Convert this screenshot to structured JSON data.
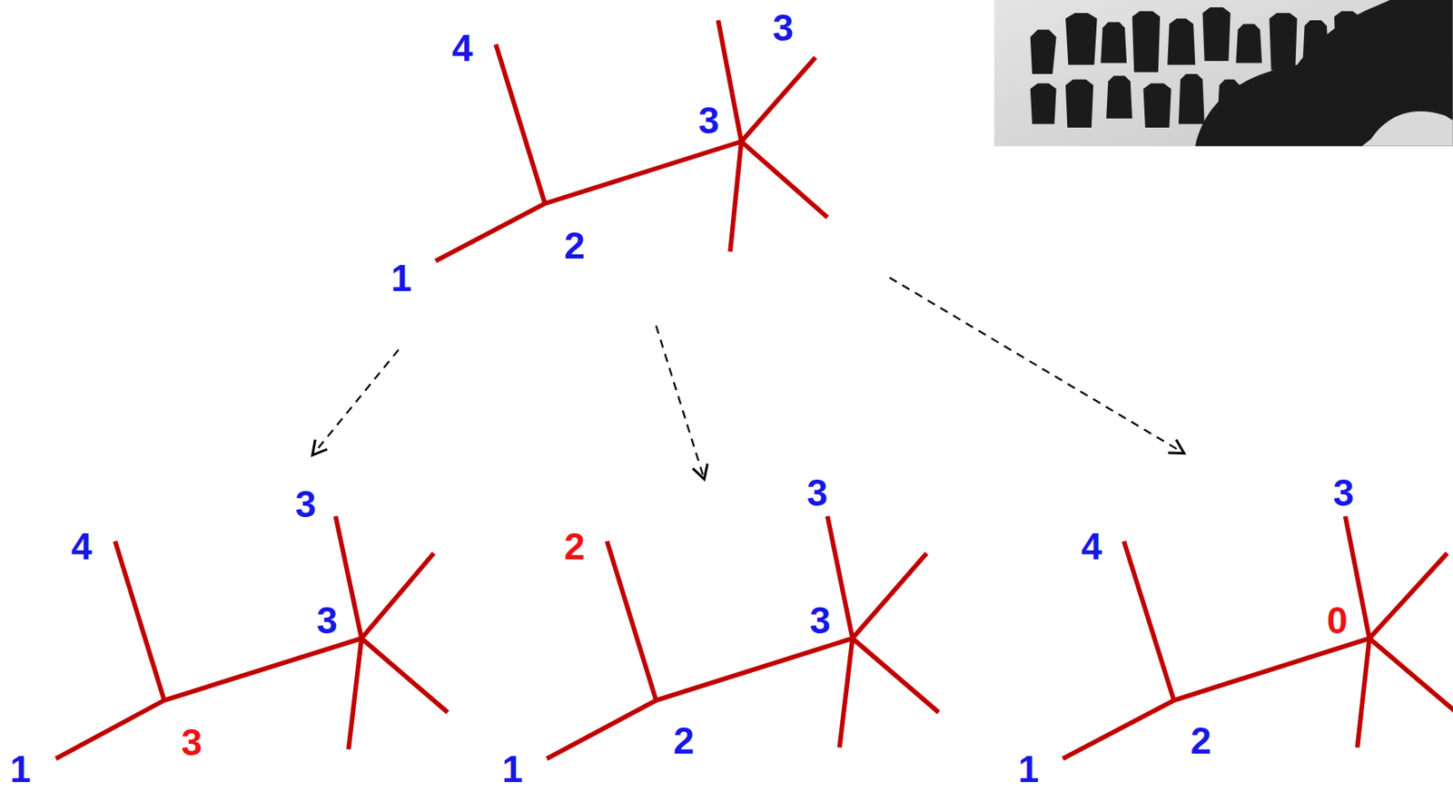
{
  "diagram": {
    "labels": [
      "4",
      "3",
      "3",
      "2",
      "1",
      "4",
      "3",
      "3",
      "3",
      "1",
      "2",
      "3",
      "3",
      "2",
      "1",
      "4",
      "3",
      "0",
      "2",
      "1"
    ]
  }
}
